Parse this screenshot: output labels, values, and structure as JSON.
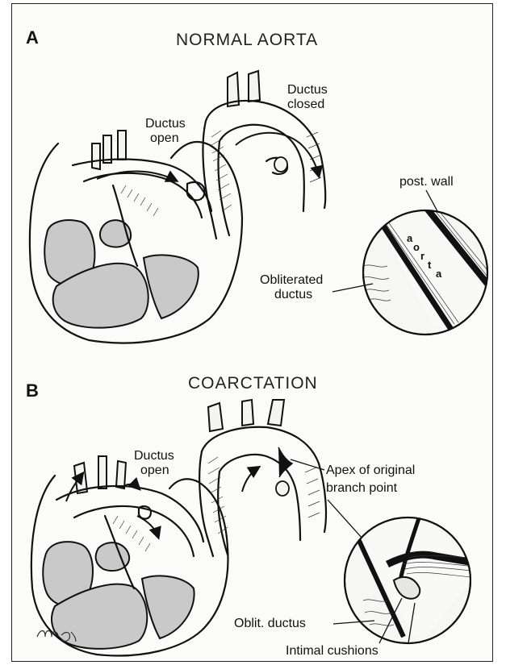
{
  "panel_a": {
    "letter": "A",
    "title": "NORMAL AORTA",
    "label_ductus_open": [
      "Ductus",
      "open"
    ],
    "label_ductus_closed": [
      "Ductus",
      "closed"
    ],
    "label_post_wall": "post. wall",
    "label_obliterated_ductus": [
      "Obliterated",
      "ductus"
    ],
    "inset_text": [
      "a",
      "o",
      "r",
      "t",
      "a"
    ]
  },
  "panel_b": {
    "letter": "B",
    "title": "COARCTATION",
    "label_ductus_open": [
      "Ductus",
      "open"
    ],
    "label_apex": [
      "Apex of original",
      "branch point"
    ],
    "label_oblit_ductus": "Oblit. ductus",
    "label_intimal_cushions": "Intimal cushions"
  }
}
